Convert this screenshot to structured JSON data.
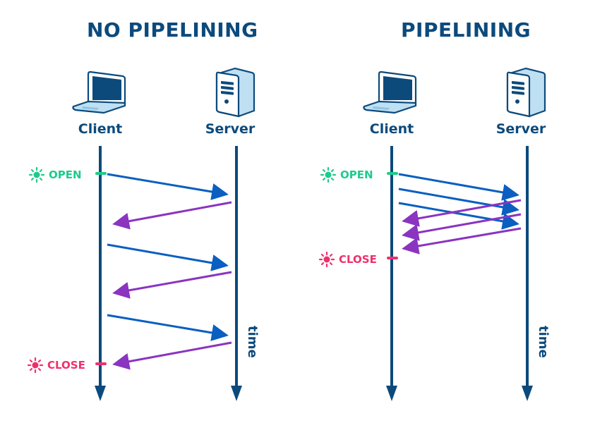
{
  "panels": [
    {
      "id": "no-pipelining",
      "title": "NO PIPELINING",
      "client_label": "Client",
      "server_label": "Server",
      "time_label": "time",
      "open_label": "OPEN",
      "close_label": "CLOSE",
      "messages": [
        {
          "direction": "request",
          "order": 1
        },
        {
          "direction": "response",
          "order": 1
        },
        {
          "direction": "request",
          "order": 2
        },
        {
          "direction": "response",
          "order": 2
        },
        {
          "direction": "request",
          "order": 3
        },
        {
          "direction": "response",
          "order": 3
        }
      ]
    },
    {
      "id": "pipelining",
      "title": "PIPELINING",
      "client_label": "Client",
      "server_label": "Server",
      "time_label": "time",
      "open_label": "OPEN",
      "close_label": "CLOSE",
      "messages": [
        {
          "direction": "request",
          "order": 1
        },
        {
          "direction": "request",
          "order": 2
        },
        {
          "direction": "request",
          "order": 3
        },
        {
          "direction": "response",
          "order": 1
        },
        {
          "direction": "response",
          "order": 2
        },
        {
          "direction": "response",
          "order": 3
        }
      ]
    }
  ],
  "colors": {
    "primary": "#0c4a7c",
    "request": "#0a5fc0",
    "response": "#8a34c0",
    "open": "#1ecb8b",
    "close": "#f0306c",
    "icon_fill": "#bfe0f3"
  },
  "icons": {
    "client": "laptop-icon",
    "server": "server-tower-icon",
    "open": "sun-icon",
    "close": "sun-icon"
  }
}
